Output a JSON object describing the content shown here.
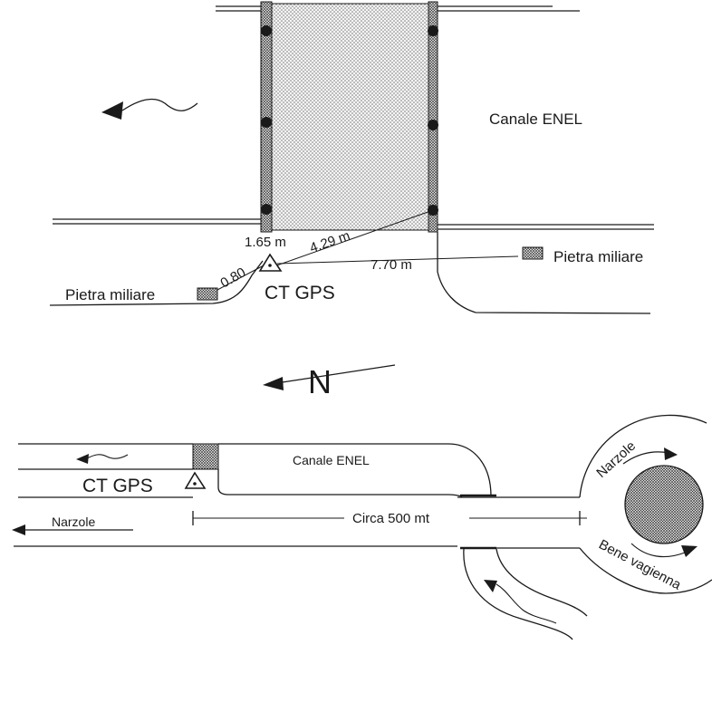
{
  "upper_diagram": {
    "canal_label": "Canale ENEL",
    "milestone_right_label": "Pietra miliare",
    "milestone_left_label": "Pietra miliare",
    "station_label": "CT GPS",
    "dist_1": "1.65 m",
    "dist_2": "4.29 m",
    "dist_3": "7.70 m",
    "dist_4": "0.80"
  },
  "north_label": "N",
  "lower_diagram": {
    "canal_label": "Canale ENEL",
    "station_label": "CT GPS",
    "narzole_left_label": "Narzole",
    "distance_label": "Circa 500 mt",
    "roundabout_top_label": "Narzole",
    "roundabout_bottom_label": "Bene vagienna"
  },
  "colors": {
    "ink": "#1a1a1a",
    "stipple": "#9a9a9a"
  }
}
